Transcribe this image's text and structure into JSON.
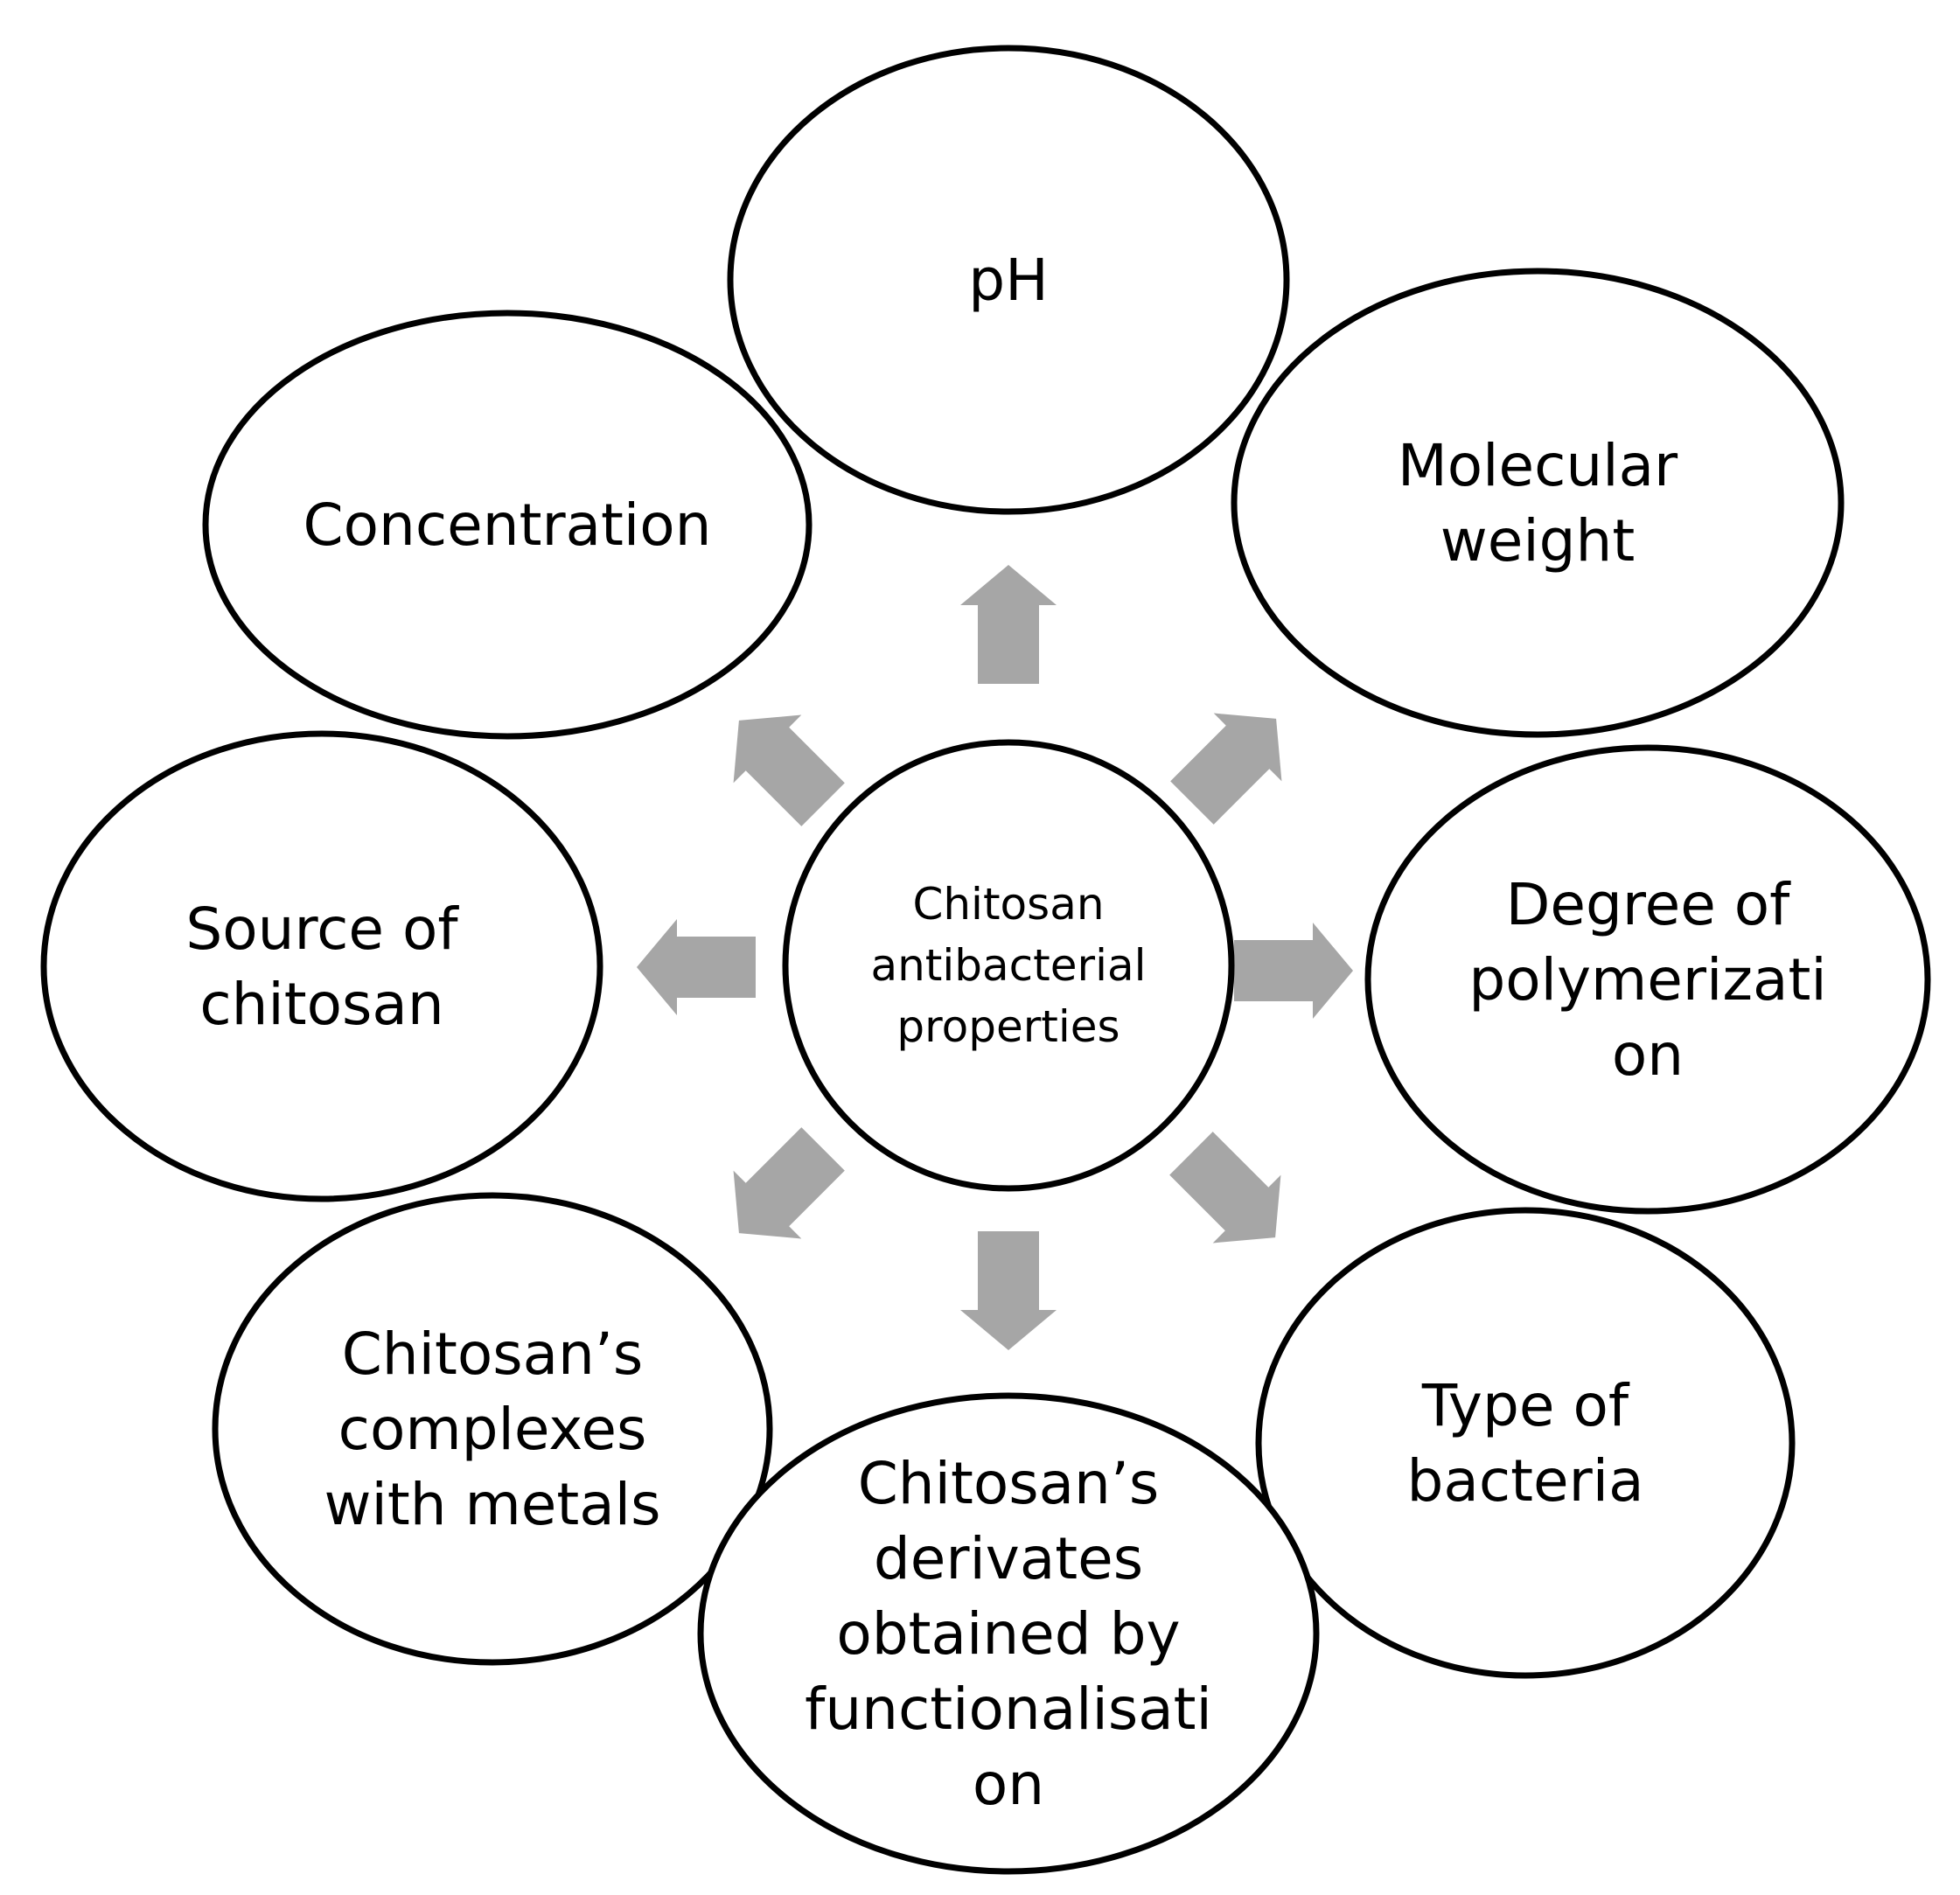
{
  "diagram": {
    "center": {
      "lines": [
        "Chitosan",
        "antibacterial",
        "properties"
      ]
    },
    "nodes": [
      {
        "id": "ph",
        "lines": [
          "pH"
        ]
      },
      {
        "id": "molecular-weight",
        "lines": [
          "Molecular",
          "weight"
        ]
      },
      {
        "id": "degree-of-polymerization",
        "lines": [
          "Degree of",
          "polymerizati",
          "on"
        ]
      },
      {
        "id": "type-of-bacteria",
        "lines": [
          "Type of",
          "bacteria"
        ]
      },
      {
        "id": "derivates",
        "lines": [
          "Chitosan’s",
          "derivates",
          "obtained by",
          "functionalisati",
          "on"
        ]
      },
      {
        "id": "complexes-with-metals",
        "lines": [
          "Chitosan’s",
          "complexes",
          "with metals"
        ]
      },
      {
        "id": "source-of-chitosan",
        "lines": [
          "Source of",
          "chitosan"
        ]
      },
      {
        "id": "concentration",
        "lines": [
          "Concentration"
        ]
      }
    ],
    "colors": {
      "arrow": "#a6a6a6",
      "outline": "#000000",
      "background": "#ffffff"
    }
  }
}
